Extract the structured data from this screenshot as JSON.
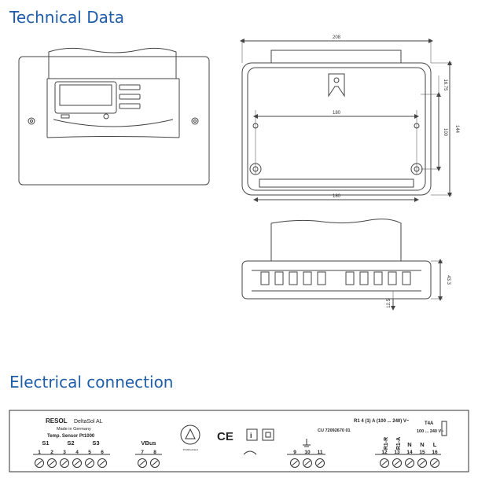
{
  "headings": {
    "technical_data": "Technical Data",
    "electrical_connection": "Electrical connection"
  },
  "dimensions": {
    "width_top": "208",
    "inner_width": "180",
    "bottom_width": "180",
    "height_total": "144",
    "height_inner": "100",
    "top_offset": "16.75",
    "depth": "43.3",
    "depth_small": "12.5"
  },
  "terminal_board": {
    "brand": "RESOL",
    "model": "DeltaSol AL",
    "made_in": "Made in Germany",
    "sensor_type": "Temp. Sensor Pt1000",
    "relay_rating": "R1  4 (1) A (100 ... 240) V~",
    "serial": "CU 72092670 01",
    "fuse": "T4A",
    "supply": "100 ... 240 V~",
    "groups": {
      "s1": "S1",
      "s2": "S2",
      "s3": "S3",
      "vbus": "VBus",
      "r1r": "R1-R",
      "r1a": "R1-A",
      "n1": "N",
      "n2": "N",
      "l": "L"
    },
    "terminal_numbers": [
      "1",
      "2",
      "3",
      "4",
      "5",
      "6",
      "7",
      "8",
      "9",
      "10",
      "11",
      "12",
      "13",
      "14",
      "15",
      "16"
    ],
    "tuv_text": "TÜVRheinland",
    "colors": {
      "heading": "#1f5da8",
      "line": "#333333"
    }
  }
}
